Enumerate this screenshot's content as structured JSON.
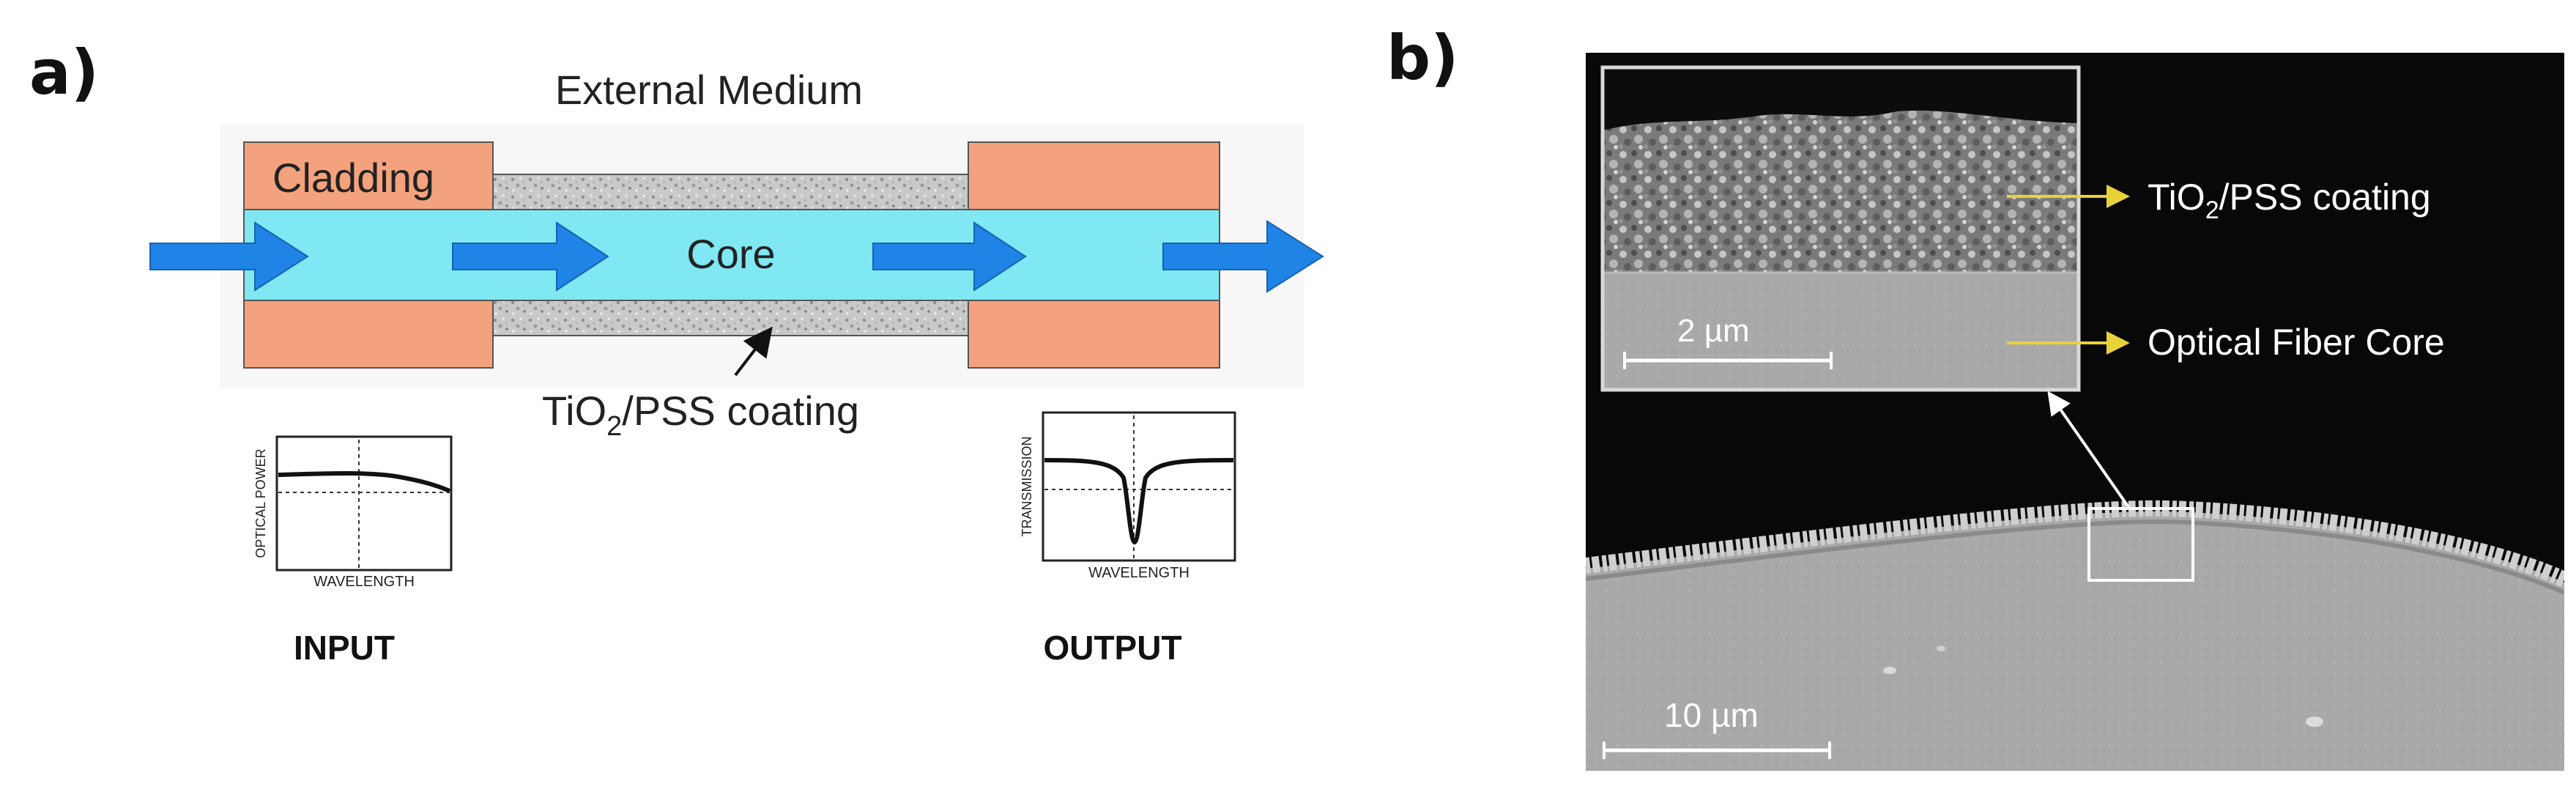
{
  "panel_a": {
    "label": "a)",
    "external_medium": "External Medium",
    "cladding": "Cladding",
    "core": "Core",
    "coating_label": {
      "prefix": "TiO",
      "sub": "2",
      "suffix": "/PSS coating"
    },
    "input": {
      "title": "INPUT",
      "y_axis": "OPTICAL POWER",
      "x_axis": "WAVELENGTH"
    },
    "output": {
      "title": "OUTPUT",
      "y_axis": "TRANSMISSION",
      "x_axis": "WAVELENGTH"
    }
  },
  "panel_b": {
    "label": "b)",
    "inset_callouts": [
      {
        "prefix": "TiO",
        "sub": "2",
        "suffix": "/PSS coating"
      },
      {
        "prefix": "Optical Fiber Core",
        "sub": "",
        "suffix": ""
      }
    ],
    "inset_scale": "2 µm",
    "main_scale": "10 µm"
  },
  "colors": {
    "cladding": "#f4a27e",
    "core": "#7fe8f2",
    "arrow": "#1f84e6",
    "callout_arrow": "#e8d23a"
  }
}
